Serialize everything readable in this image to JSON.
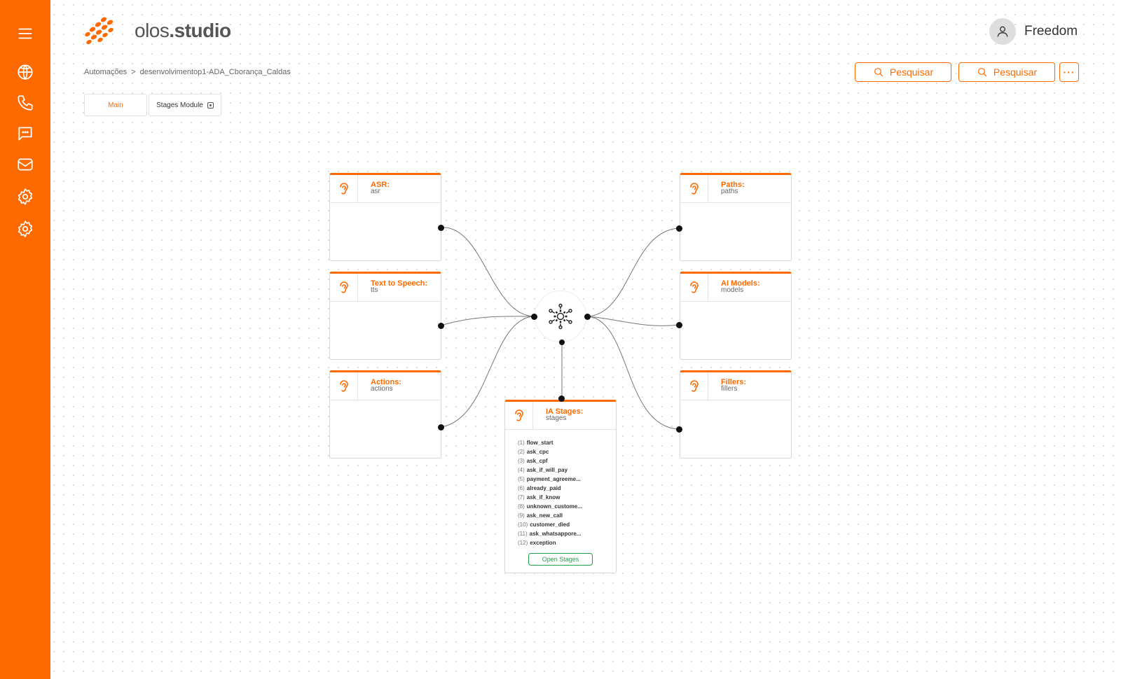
{
  "app": {
    "logo_prefix": "olos",
    "logo_suffix": ".studio",
    "brand_color": "#ff6a00"
  },
  "sidebar": {
    "items": [
      {
        "icon": "menu-icon"
      },
      {
        "icon": "globe-icon"
      },
      {
        "icon": "phone-icon"
      },
      {
        "icon": "chat-icon"
      },
      {
        "icon": "mail-icon"
      },
      {
        "icon": "gear-icon"
      },
      {
        "icon": "gear-icon"
      }
    ]
  },
  "user": {
    "name": "Freedom"
  },
  "breadcrumb": {
    "root": "Automações",
    "separator": ">",
    "current": "desenvolvimentop1-ADA_Cborança_Caldas"
  },
  "toolbar": {
    "search1": "Pesquisar",
    "search2": "Pesquisar",
    "more": "···"
  },
  "tabs": {
    "main": "Main",
    "stages": "Stages Module"
  },
  "nodes": {
    "asr": {
      "title": "ASR:",
      "sub": "asr"
    },
    "tts": {
      "title": "Text to Speech:",
      "sub": "tts"
    },
    "actions": {
      "title": "Actions:",
      "sub": "actions"
    },
    "paths": {
      "title": "Paths:",
      "sub": "paths"
    },
    "models": {
      "title": "AI Models:",
      "sub": "models"
    },
    "fillers": {
      "title": "Fillers:",
      "sub": "fillers"
    },
    "stages": {
      "title": "IA Stages:",
      "sub": "stages",
      "button": "Open Stages",
      "items": [
        {
          "idx": "(1)",
          "name": "flow_start"
        },
        {
          "idx": "(2)",
          "name": "ask_cpc"
        },
        {
          "idx": "(3)",
          "name": "ask_cpf"
        },
        {
          "idx": "(4)",
          "name": "ask_if_will_pay"
        },
        {
          "idx": "(5)",
          "name": "payment_agreeme..."
        },
        {
          "idx": "(6)",
          "name": "already_paid"
        },
        {
          "idx": "(7)",
          "name": "ask_if_know"
        },
        {
          "idx": "(8)",
          "name": "unknown_custome..."
        },
        {
          "idx": "(9)",
          "name": "ask_new_call"
        },
        {
          "idx": "(10)",
          "name": "customer_died"
        },
        {
          "idx": "(11)",
          "name": "ask_whatsappore..."
        },
        {
          "idx": "(12)",
          "name": "exception"
        }
      ]
    }
  },
  "hub": {
    "icon": "network-gear-icon"
  }
}
